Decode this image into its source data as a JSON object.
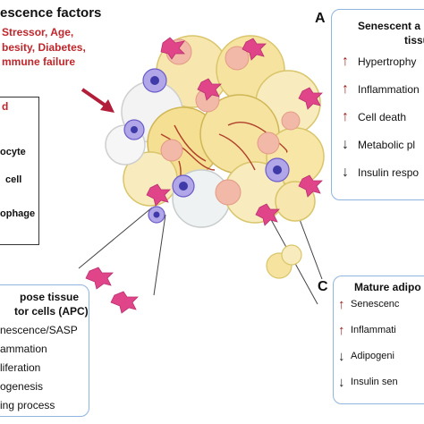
{
  "senescence": {
    "title": "escence factors",
    "line1": "Stressor, Age,",
    "line2": "besity, Diabetes,",
    "line3": "mmune failure"
  },
  "legend": {
    "title_fragment": "d",
    "items": [
      "ocyte",
      "cell",
      "ophage"
    ]
  },
  "panel_a": {
    "letter": "A",
    "title1": "Senescent a",
    "title2": "tissue",
    "items": [
      {
        "arrow": "↑",
        "text": "Hypertrophy"
      },
      {
        "arrow": "↑",
        "text": "Inflammation"
      },
      {
        "arrow": "↑",
        "text": "Cell death"
      },
      {
        "arrow": "↓",
        "text": "Metabolic pl"
      },
      {
        "arrow": "↓",
        "text": "Insulin respo"
      }
    ]
  },
  "panel_b": {
    "title1": "pose tissue",
    "title2": "tor cells (APC)",
    "items": [
      "nescence/SASP",
      "ammation",
      "liferation",
      "ogenesis",
      "ing process"
    ]
  },
  "panel_c": {
    "letter": "C",
    "title": "Mature adipo",
    "items": [
      {
        "arrow": "↑",
        "text": "Senescenc"
      },
      {
        "arrow": "↑",
        "text": "Inflammati"
      },
      {
        "arrow": "↓",
        "text": "Adipogeni"
      },
      {
        "arrow": "↓",
        "text": "Insulin sen"
      }
    ]
  },
  "colors": {
    "adipocyte": "#f6e3a0",
    "adipocyte_edge": "#d9c56a",
    "macrophage": "#8c7fd6",
    "senescent_cell": "#e0458a",
    "senescent_red": "#c0262b",
    "panel_border": "#8fb4de",
    "up_arrow": "#9b1b1b"
  }
}
